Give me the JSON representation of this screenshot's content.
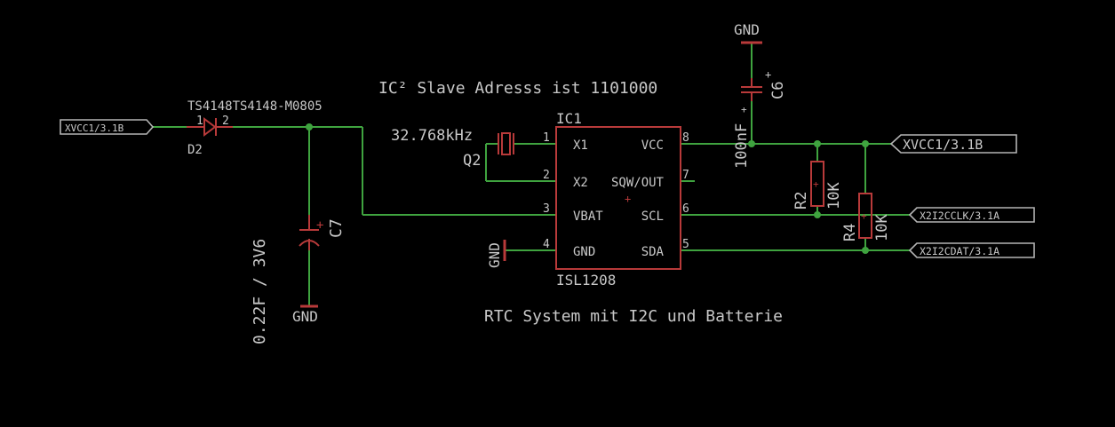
{
  "schematic": {
    "i2c_note": "IC² Slave Adresss ist 1101000",
    "caption": "RTC System mit I2C und Batterie",
    "ic": {
      "ref": "IC1",
      "part": "ISL1208",
      "pins": [
        {
          "num": "1",
          "name": "X1"
        },
        {
          "num": "2",
          "name": "X2"
        },
        {
          "num": "3",
          "name": "VBAT"
        },
        {
          "num": "4",
          "name": "GND"
        },
        {
          "num": "5",
          "name": "SDA"
        },
        {
          "num": "6",
          "name": "SCL"
        },
        {
          "num": "7",
          "name": "SQW/OUT"
        },
        {
          "num": "8",
          "name": "VCC"
        }
      ]
    },
    "crystal": {
      "ref": "Q2",
      "value": "32.768kHz"
    },
    "diode": {
      "ref": "D2",
      "part": "TS4148TS4148-M0805",
      "pin1": "1",
      "pin2": "2"
    },
    "c7": {
      "ref": "C7",
      "value": "0.22F / 3V6",
      "gnd": "GND"
    },
    "c6": {
      "ref": "C6",
      "value": "100nF",
      "gnd": "GND"
    },
    "r2": {
      "ref": "R2",
      "value": "10K"
    },
    "r4": {
      "ref": "R4",
      "value": "10K"
    },
    "ic_gnd": "GND",
    "nets": {
      "xvcc_left": "XVCC1/3.1B",
      "xvcc_right": "XVCC1/3.1B",
      "scl": "X2I2CCLK/3.1A",
      "sda": "X2I2CDAT/3.1A"
    }
  }
}
